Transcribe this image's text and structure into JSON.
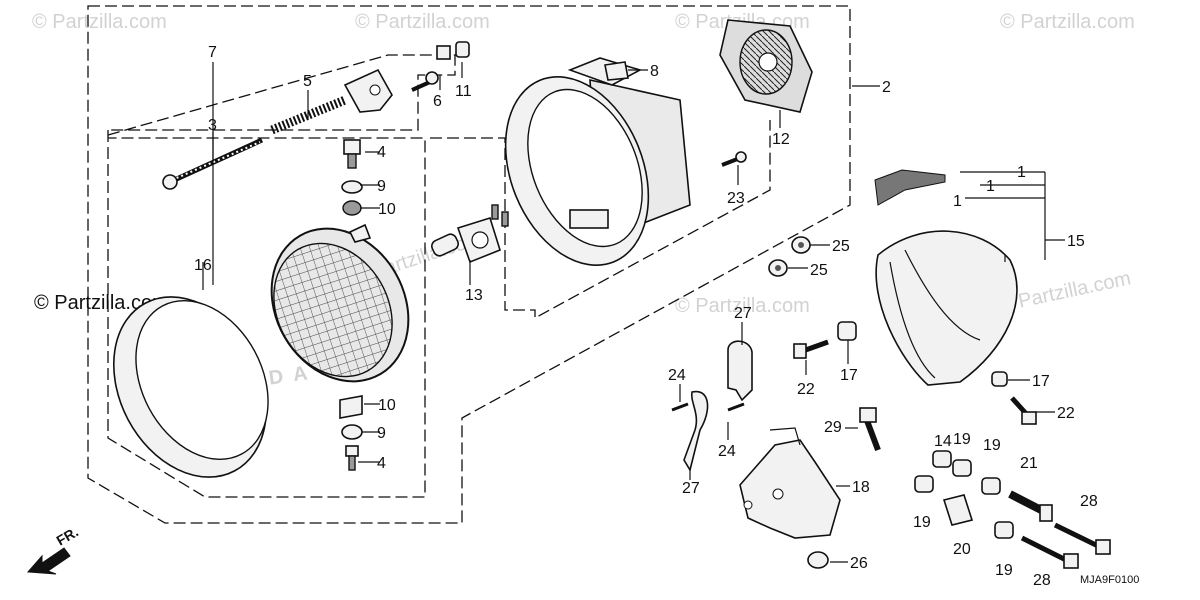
{
  "watermarks": {
    "copyright": "© Partzilla.com",
    "faint": "© Partzilla.com",
    "brand_logo": "HONDA"
  },
  "diagram_code": "MJA9F0100",
  "front_indicator": "FR.",
  "callouts": {
    "c1a": "1",
    "c1b": "1",
    "c1c": "1",
    "c1d": "1",
    "c2": "2",
    "c3": "3",
    "c4a": "4",
    "c4b": "4",
    "c5": "5",
    "c6": "6",
    "c7": "7",
    "c8": "8",
    "c9a": "9",
    "c9b": "9",
    "c10a": "10",
    "c10b": "10",
    "c11": "11",
    "c12": "12",
    "c13": "13",
    "c14": "14",
    "c15": "15",
    "c16": "16",
    "c17a": "17",
    "c17b": "17",
    "c18": "18",
    "c19a": "19",
    "c19b": "19",
    "c19c": "19",
    "c19d": "19",
    "c20": "20",
    "c21": "21",
    "c22a": "22",
    "c22b": "22",
    "c23": "23",
    "c24a": "24",
    "c24b": "24",
    "c25a": "25",
    "c25b": "25",
    "c26": "26",
    "c27a": "27",
    "c27b": "27",
    "c28a": "28",
    "c28b": "28",
    "c29": "29"
  }
}
